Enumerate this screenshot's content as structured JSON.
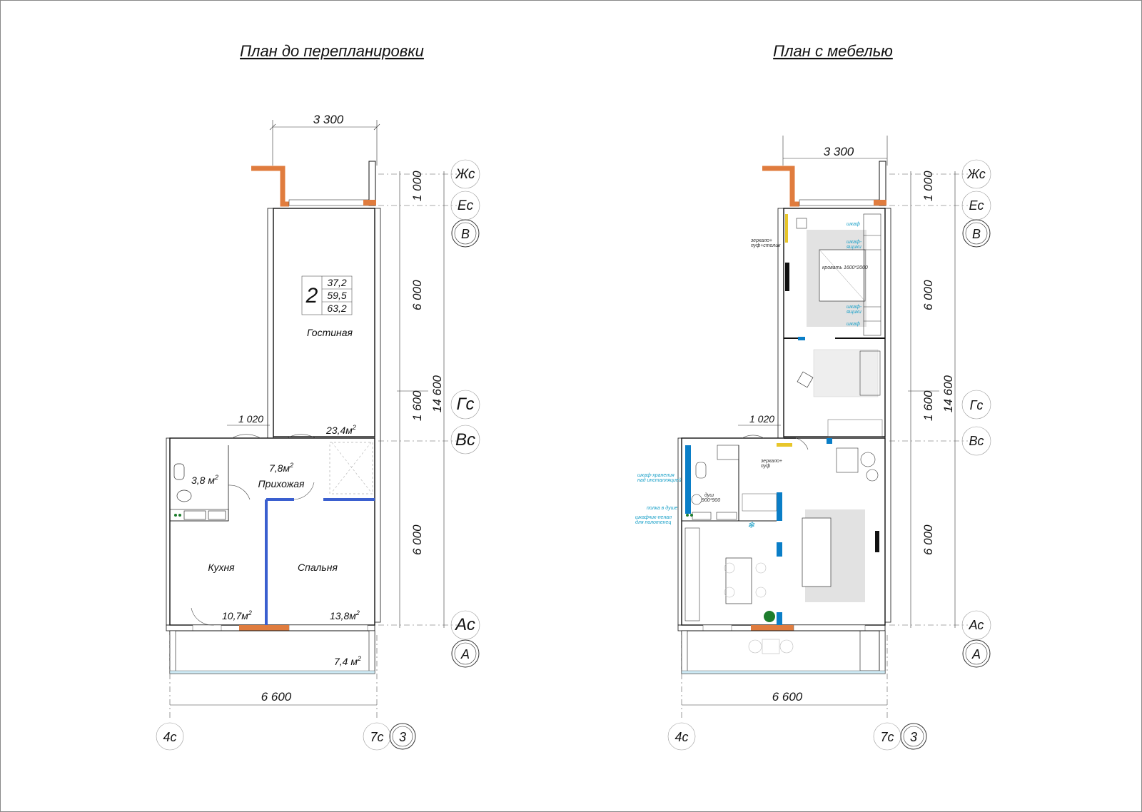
{
  "plan_before": {
    "title": "План до перепланировки",
    "dims": {
      "top_width": "3 300",
      "bottom_width": "6 600",
      "side_1000": "1 000",
      "side_6000_top": "6 000",
      "side_1600": "1 600",
      "side_6000_bottom": "6 000",
      "total": "14 600",
      "door_1020": "1 020"
    },
    "axes": {
      "zhs": "Жс",
      "es": "Ес",
      "v": "В",
      "gs": "Гс",
      "vs": "Вс",
      "as": "Ас",
      "a": "А",
      "c4": "4с",
      "c7": "7с",
      "n3": "3"
    },
    "badge": {
      "rooms": "2",
      "a1": "37,2",
      "a2": "59,5",
      "a3": "63,2"
    },
    "rooms": {
      "living": "Гостиная",
      "living_area": "23,4м",
      "hall": "Прихожая",
      "hall_area": "7,8м",
      "bath_area": "3,8 м",
      "kitchen": "Кухня",
      "kitchen_area": "10,7м",
      "bedroom": "Спальня",
      "bedroom_area": "13,8м",
      "balcony_area": "7,4 м",
      "sup": "2"
    }
  },
  "plan_after": {
    "title": "План с мебелью",
    "dims": {
      "top_width": "3 300",
      "bottom_width": "6 600",
      "side_1000": "1 000",
      "side_6000_top": "6 000",
      "side_1600": "1 600",
      "side_6000_bottom": "6 000",
      "total": "14 600",
      "door_1020": "1 020"
    },
    "axes": {
      "zhs": "Жс",
      "es": "Ес",
      "v": "В",
      "gs": "Гс",
      "vs": "Вс",
      "as": "Ас",
      "a": "А",
      "c4": "4с",
      "c7": "7с",
      "n3": "3"
    },
    "notes": {
      "wardrobe1": "шкаф",
      "drawers1": "шкаф-",
      "drawers1b": "ящики",
      "drawers2": "шкаф-",
      "drawers2b": "ящики",
      "wardrobe2": "шкаф",
      "bed": "кровать 1600*2000",
      "mirror1": "зеркало+",
      "mirror1b": "пуф+столик",
      "mirror2": "зеркало+",
      "mirror2b": "пуф",
      "storage1": "шкаф-хранения",
      "storage1b": "над инсталляцией",
      "shower": "душ",
      "shower_size": "900*900",
      "shelf": "полка в душе",
      "pencil1": "шкафчик-пенал",
      "pencil1b": "для полотенец"
    }
  },
  "colors": {
    "brick": "#e07c3e",
    "window": "#9fd3e8",
    "blue": "#0a7ec7",
    "partition": "#3a5fcf",
    "carpet": "#e2e2e2",
    "plant": "#1e7d2d"
  }
}
